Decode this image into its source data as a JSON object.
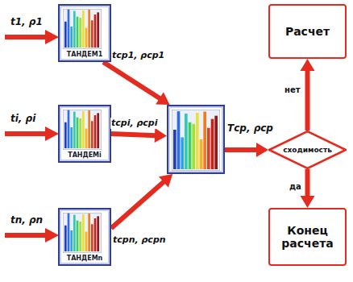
{
  "diagram": {
    "nodes": [
      {
        "text": [
          "ТАНДЕМ1"
        ]
      },
      {
        "text": [
          "ТАНДЕМi"
        ]
      },
      {
        "text": [
          "ТАНДЕМn"
        ]
      },
      {
        "text": []
      },
      {
        "text": [
          "сходимость"
        ]
      },
      {
        "text": [
          "Расчет"
        ]
      },
      {
        "text": [
          "Конец расчета"
        ]
      }
    ],
    "edges": [
      {
        "from": 0,
        "to": 3,
        "label": "tср1, ρср1",
        "arrow": "to"
      },
      {
        "from": 1,
        "to": 3,
        "label": "tсрi, ρсрi",
        "arrow": "to"
      },
      {
        "from": 2,
        "to": 3,
        "label": "tсрn, ρсрn",
        "arrow": "to"
      },
      {
        "from": 3,
        "to": 4,
        "label": "Tср, ρср",
        "arrow": "to"
      },
      {
        "from": 4,
        "to": 5,
        "label": "нет",
        "arrow": "to"
      },
      {
        "from": 4,
        "to": 6,
        "label": "да",
        "arrow": "to"
      }
    ],
    "labels": [
      "t1, ρ1",
      "ti, ρi",
      "tn, ρn"
    ]
  }
}
